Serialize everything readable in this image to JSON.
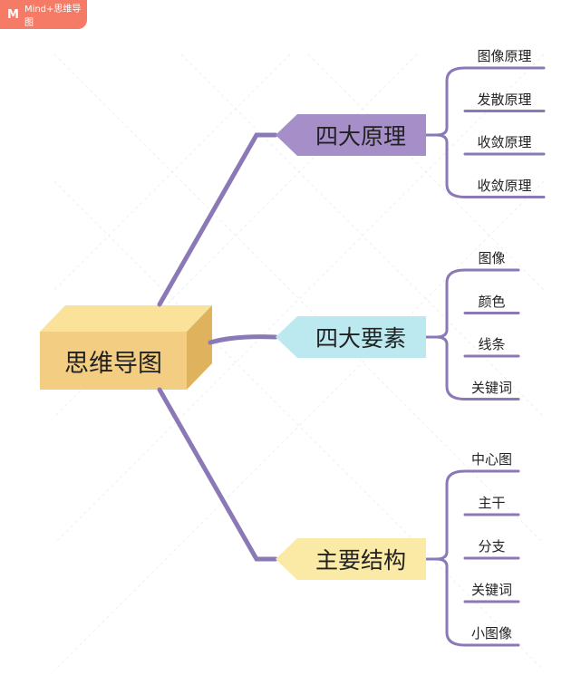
{
  "app": {
    "badge_text": "Mind+思维导图",
    "logo_glyph": "M"
  },
  "mindmap": {
    "central": {
      "label": "思维导图",
      "color": "#f5cf7f"
    },
    "line_color": "#8b78b7",
    "branches": [
      {
        "label": "四大原理",
        "color": "#a68fc8",
        "children": [
          "图像原理",
          "发散原理",
          "收敛原理",
          "收敛原理"
        ]
      },
      {
        "label": "四大要素",
        "color": "#bce9f0",
        "children": [
          "图像",
          "颜色",
          "线条",
          "关键词"
        ]
      },
      {
        "label": "主要结构",
        "color": "#faeaa5",
        "children": [
          "中心图",
          "主干",
          "分支",
          "关键词",
          "小图像"
        ]
      }
    ]
  },
  "icons": {
    "logo": "mind-plus-logo-icon",
    "watermark": "watermark-icon"
  }
}
